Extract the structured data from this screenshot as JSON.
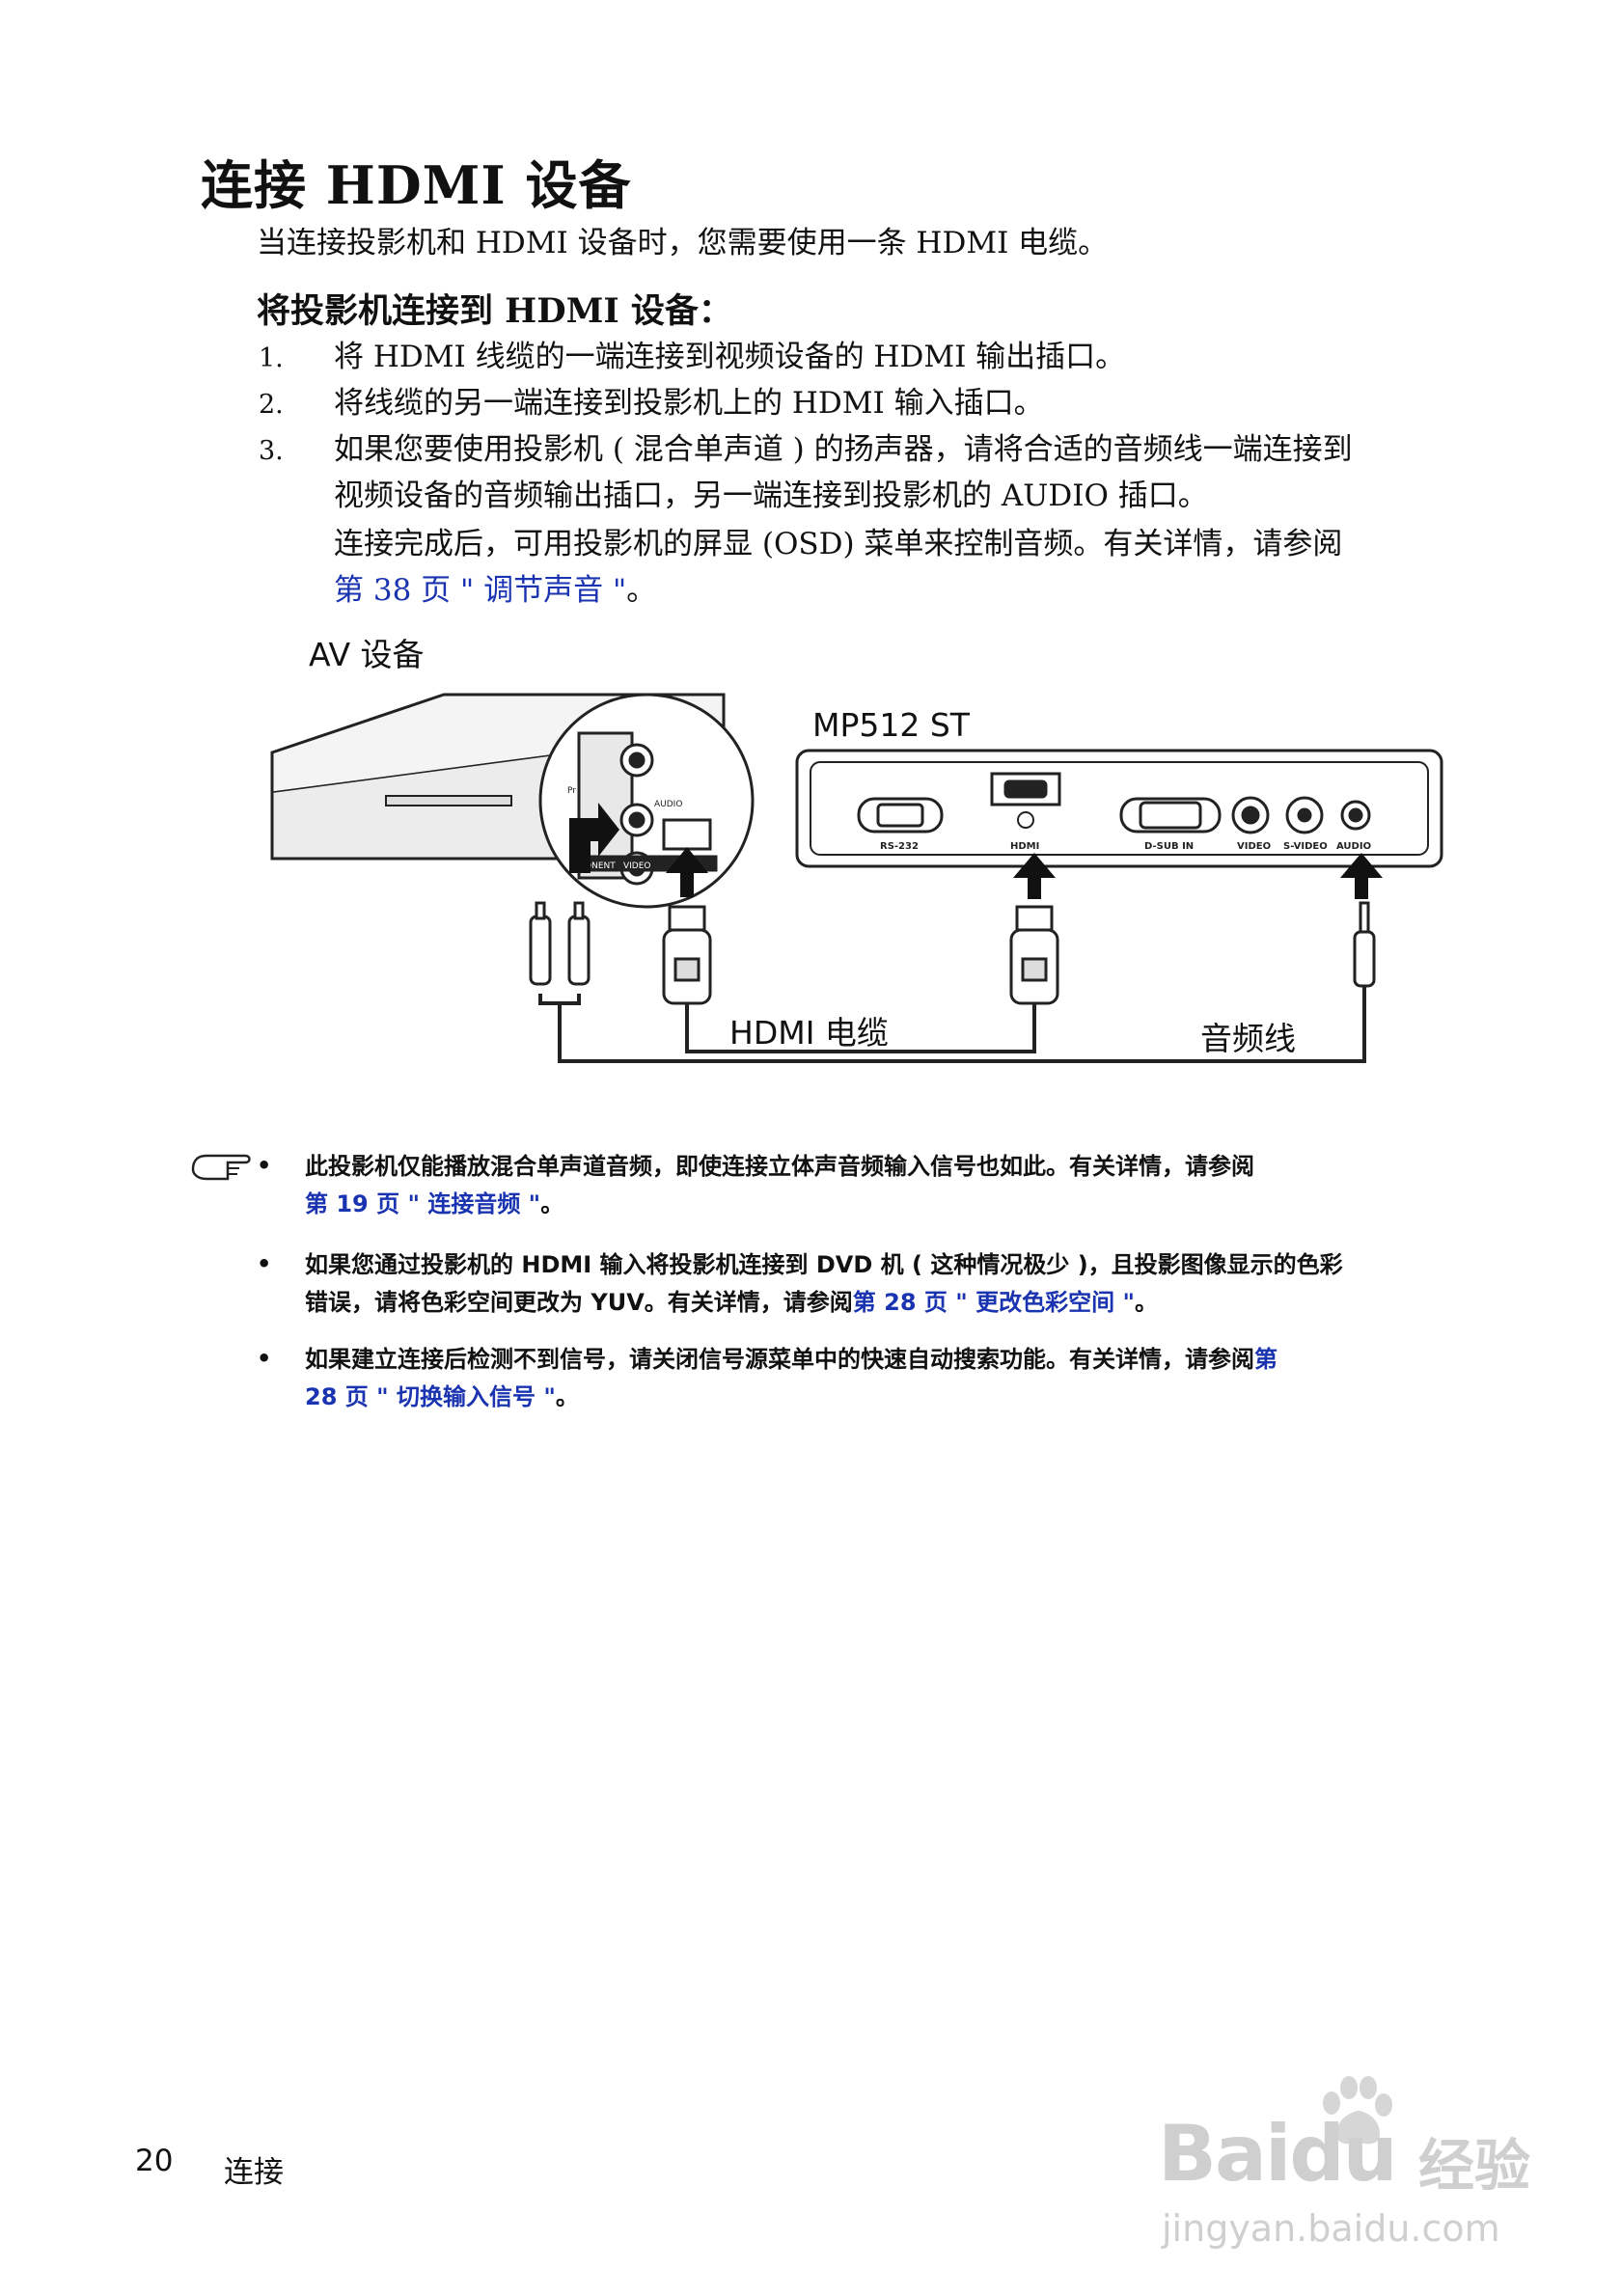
{
  "heading": "连接 HDMI 设备",
  "intro": "当连接投影机和 HDMI 设备时，您需要使用一条 HDMI 电缆。",
  "subheading": "将投影机连接到 HDMI 设备：",
  "steps": [
    {
      "num": "1.",
      "text": "将 HDMI 线缆的一端连接到视频设备的 HDMI 输出插口。"
    },
    {
      "num": "2.",
      "text": "将线缆的另一端连接到投影机上的 HDMI 输入插口。"
    },
    {
      "num": "3.",
      "line1": "如果您要使用投影机 ( 混合单声道 ) 的扬声器，请将合适的音频线一端连接到",
      "line2": "视频设备的音频输出插口，另一端连接到投影机的 AUDIO 插口。"
    }
  ],
  "after_steps": {
    "text": "连接完成后，可用投影机的屏显 (OSD) 菜单来控制音频。有关详情，请参阅",
    "link": "第 38 页 \" 调节声音 \"",
    "tail": "。"
  },
  "diagram": {
    "av_label": "AV 设备",
    "projector_label": "MP512 ST",
    "hdmi_cable_label": "HDMI 电缆",
    "audio_cable_label": "音频线",
    "ports": [
      "RS-232",
      "HDMI",
      "D-SUB IN",
      "VIDEO",
      "S-VIDEO",
      "AUDIO"
    ],
    "av_ports": [
      "ONENT",
      "VIDEO",
      "AUDIO",
      "Pr"
    ]
  },
  "notes": [
    {
      "line1": "此投影机仅能播放混合单声道音频，即使连接立体声音频输入信号也如此。有关详情，请参阅",
      "link": "第 19 页 \" 连接音频 \"",
      "tail": "。"
    },
    {
      "line1": "如果您通过投影机的 HDMI 输入将投影机连接到 DVD 机 ( 这种情况极少 )，且投影图像显示的色彩",
      "line2_pre": "错误，请将色彩空间更改为 YUV。有关详情，请参阅",
      "link": "第 28 页 \" 更改色彩空间 \"",
      "tail": "。"
    },
    {
      "line1_pre": "如果建立连接后检测不到信号，请关闭信号源菜单中的快速自动搜索功能。有关详情，请参阅",
      "link1": "第",
      "link2": "28 页 \" 切换输入信号 \"",
      "tail": "。"
    }
  ],
  "bullet_glyph": "•",
  "footer": {
    "page": "20",
    "section": "连接"
  },
  "watermark": {
    "brand_left": "Bai",
    "brand_right": "du",
    "cn": "经验",
    "url": "jingyan.baidu.com"
  },
  "colors": {
    "link": "#1a33b0",
    "text": "#111111"
  }
}
